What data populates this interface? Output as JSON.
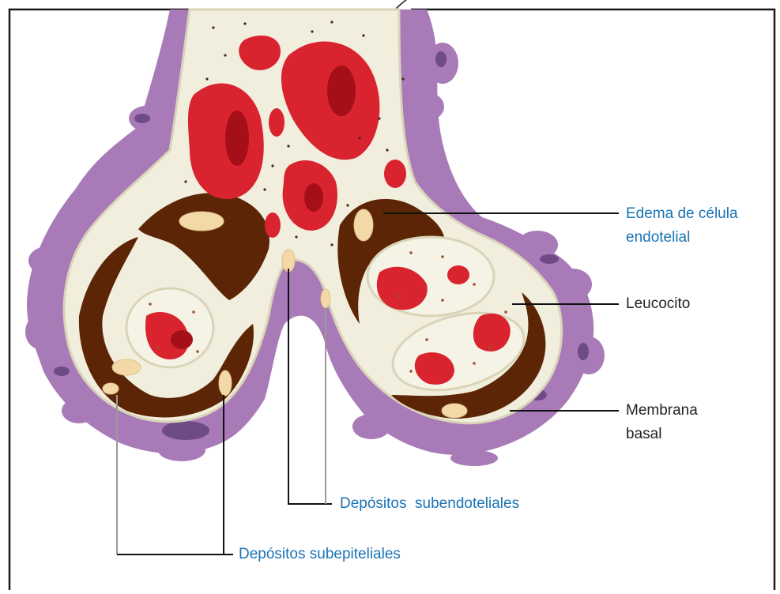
{
  "figure": {
    "colors": {
      "frame": "#1a1a1a",
      "cytoplasm": "#f1eedd",
      "cytoplasm_edge": "#d9d4b8",
      "podocyte": "#a97ab8",
      "podocyte_dark": "#6e4a87",
      "endothelium": "#5c2506",
      "erythrocyte": "#d9242f",
      "erythrocyte_dark": "#a50f18",
      "deposit": "#f3d9a8",
      "leader_black": "#111111",
      "leader_gray": "#9a9a9a",
      "label_blue": "#1a73b5",
      "label_black": "#222222"
    },
    "labels": {
      "edema_line1": "Edema de célula",
      "edema_line2": "endotelial",
      "leucocito": "Leucocito",
      "membrana_line1": "Membrana",
      "membrana_line2": "basal",
      "subendoteliales": "Depósitos  subendoteliales",
      "subepiteliales": "Depósitos subepiteliales"
    }
  }
}
